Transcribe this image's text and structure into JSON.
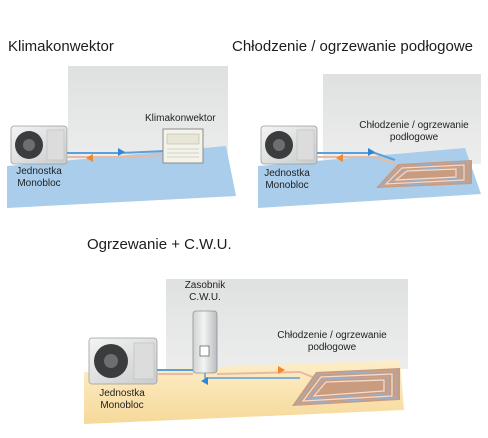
{
  "panels": [
    {
      "title": "Klimakonwektor",
      "unit_label": [
        "Jednostka",
        "Monobloc"
      ],
      "device_label": "Klimakonwektor"
    },
    {
      "title": "Chłodzenie / ogrzewanie podłogowe",
      "unit_label": [
        "Jednostka",
        "Monobloc"
      ],
      "floor_label": [
        "Chłodzenie / ogrzewanie",
        "podłogowe"
      ]
    },
    {
      "title": "Ogrzewanie + C.W.U.",
      "unit_label": [
        "Jednostka",
        "Monobloc"
      ],
      "tank_label": [
        "Zasobnik",
        "C.W.U."
      ],
      "floor_label": [
        "Chłodzenie / ogrzewanie",
        "podłogowe"
      ]
    }
  ],
  "colors": {
    "cool_floor": "#a9cdeb",
    "warm_floor": "#fbe3b0",
    "wall": "#e4e6e6",
    "arrow_warm": "#f2872d",
    "arrow_cool": "#2f86d6",
    "pipe_warm": "#e8b9a5",
    "pipe_cool": "#5aa0da"
  }
}
